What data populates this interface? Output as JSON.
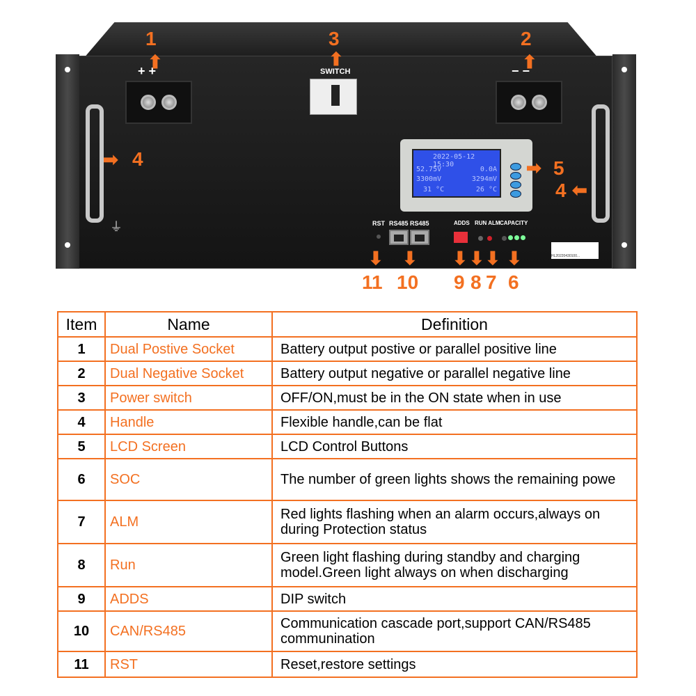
{
  "device": {
    "callouts": {
      "c1": "1",
      "c2": "2",
      "c3": "3",
      "c4a": "4",
      "c4b": "4",
      "c5": "5",
      "c6": "6",
      "c7": "7",
      "c8": "8",
      "c9": "9",
      "c10": "10",
      "c11": "11"
    },
    "labels": {
      "positive": "+ +",
      "negative": "− −",
      "switch": "SWITCH",
      "rst": "RST",
      "rs485_a": "RS485",
      "rs485_b": "RS485",
      "adds": "ADDS",
      "run_alm": "RUN ALM",
      "capacity": "CAPACITY",
      "ground": "⏚"
    },
    "lcd": {
      "datetime": "2022-05-12 15:30",
      "voltage": "52.75V",
      "current": "0.0A",
      "cell_max": "3300mV",
      "cell_min": "3294mV",
      "temp1": "31 °C",
      "temp2": "26 °C"
    },
    "barcode_text": "HL20220430100...",
    "colors": {
      "accent": "#f37021",
      "lcd": "#2f50e8",
      "led_green": "#7dff9a",
      "led_red": "#d0202a"
    }
  },
  "table": {
    "headers": [
      "Item",
      "Name",
      "Definition"
    ],
    "rows": [
      {
        "item": "1",
        "name": "Dual Postive Socket",
        "definition": "Battery output postive or parallel positive line"
      },
      {
        "item": "2",
        "name": "Dual Negative Socket",
        "definition": "Battery output negative or parallel negative line"
      },
      {
        "item": "3",
        "name": "Power switch",
        "definition": "OFF/ON,must be in the ON state when in use"
      },
      {
        "item": "4",
        "name": "Handle",
        "definition": "Flexible handle,can be flat"
      },
      {
        "item": "5",
        "name": "LCD Screen",
        "definition": "LCD Control Buttons"
      },
      {
        "item": "6",
        "name": "SOC",
        "definition": "The number of green lights shows the remaining powe"
      },
      {
        "item": "7",
        "name": "ALM",
        "definition": "Red lights flashing when an alarm occurs,always on during Protection status"
      },
      {
        "item": "8",
        "name": "Run",
        "definition": "Green light flashing during standby and charging model.Green light always on when discharging"
      },
      {
        "item": "9",
        "name": "ADDS",
        "definition": "DIP switch"
      },
      {
        "item": "10",
        "name": "CAN/RS485",
        "definition": "Communication cascade port,support CAN/RS485 communination"
      },
      {
        "item": "11",
        "name": "RST",
        "definition": "Reset,restore settings"
      }
    ]
  }
}
